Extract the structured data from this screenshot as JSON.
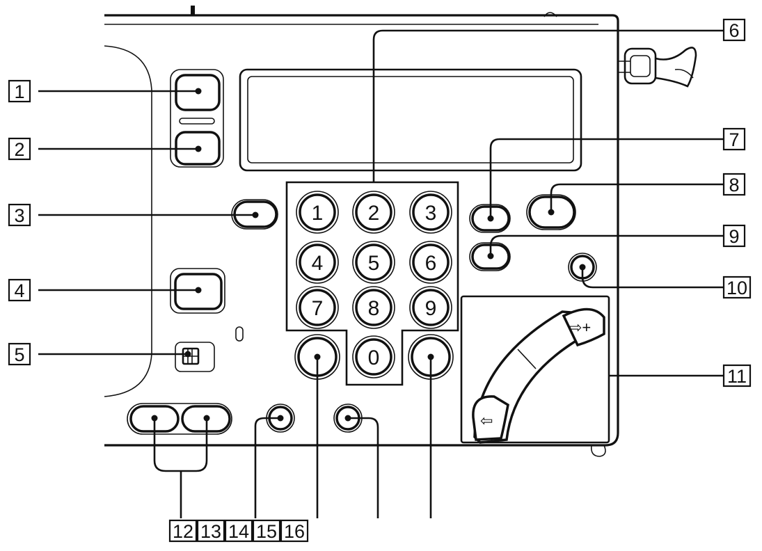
{
  "callouts": [
    "1",
    "2",
    "3",
    "4",
    "5",
    "6",
    "7",
    "8",
    "9",
    "10",
    "11",
    "12",
    "13",
    "14",
    "15",
    "16"
  ],
  "keypad": {
    "keys": [
      "1",
      "2",
      "3",
      "4",
      "5",
      "6",
      "7",
      "8",
      "9",
      "0"
    ]
  }
}
